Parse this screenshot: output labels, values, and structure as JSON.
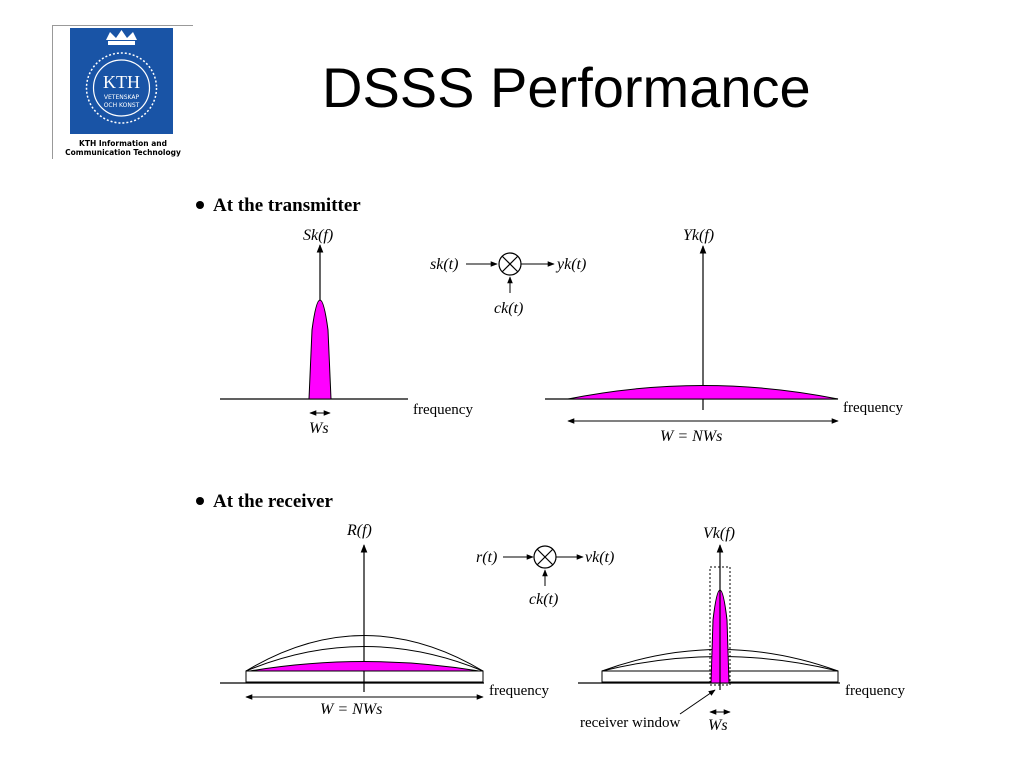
{
  "slide": {
    "title": "DSSS Performance"
  },
  "logo": {
    "wordmark": "KTH",
    "line1": "VETENSKAP",
    "line2": "OCH KONST",
    "caption_line1": "KTH Information and",
    "caption_line2": "Communication Technology"
  },
  "transmitter": {
    "heading": "At the transmitter",
    "sk_axis_label": "Sk(f)",
    "yk_axis_label": "Yk(f)",
    "mixer_input": "sk(t)",
    "mixer_output": "yk(t)",
    "mixer_code": "ck(t)",
    "freq_label_left": "frequency",
    "freq_label_right": "frequency",
    "ws_label": "Ws",
    "w_eq_label": "W = NWs"
  },
  "receiver": {
    "heading": "At the receiver",
    "r_axis_label": "R(f)",
    "vk_axis_label": "Vk(f)",
    "mixer_input": "r(t)",
    "mixer_output": "vk(t)",
    "mixer_code": "ck(t)",
    "freq_label_left": "frequency",
    "freq_label_right": "frequency",
    "w_eq_label": "W = NWs",
    "window_label": "receiver window",
    "window_ws_label": "Ws"
  },
  "colors": {
    "fill": "#ff00ff",
    "logo_blue": "#1954a6"
  }
}
